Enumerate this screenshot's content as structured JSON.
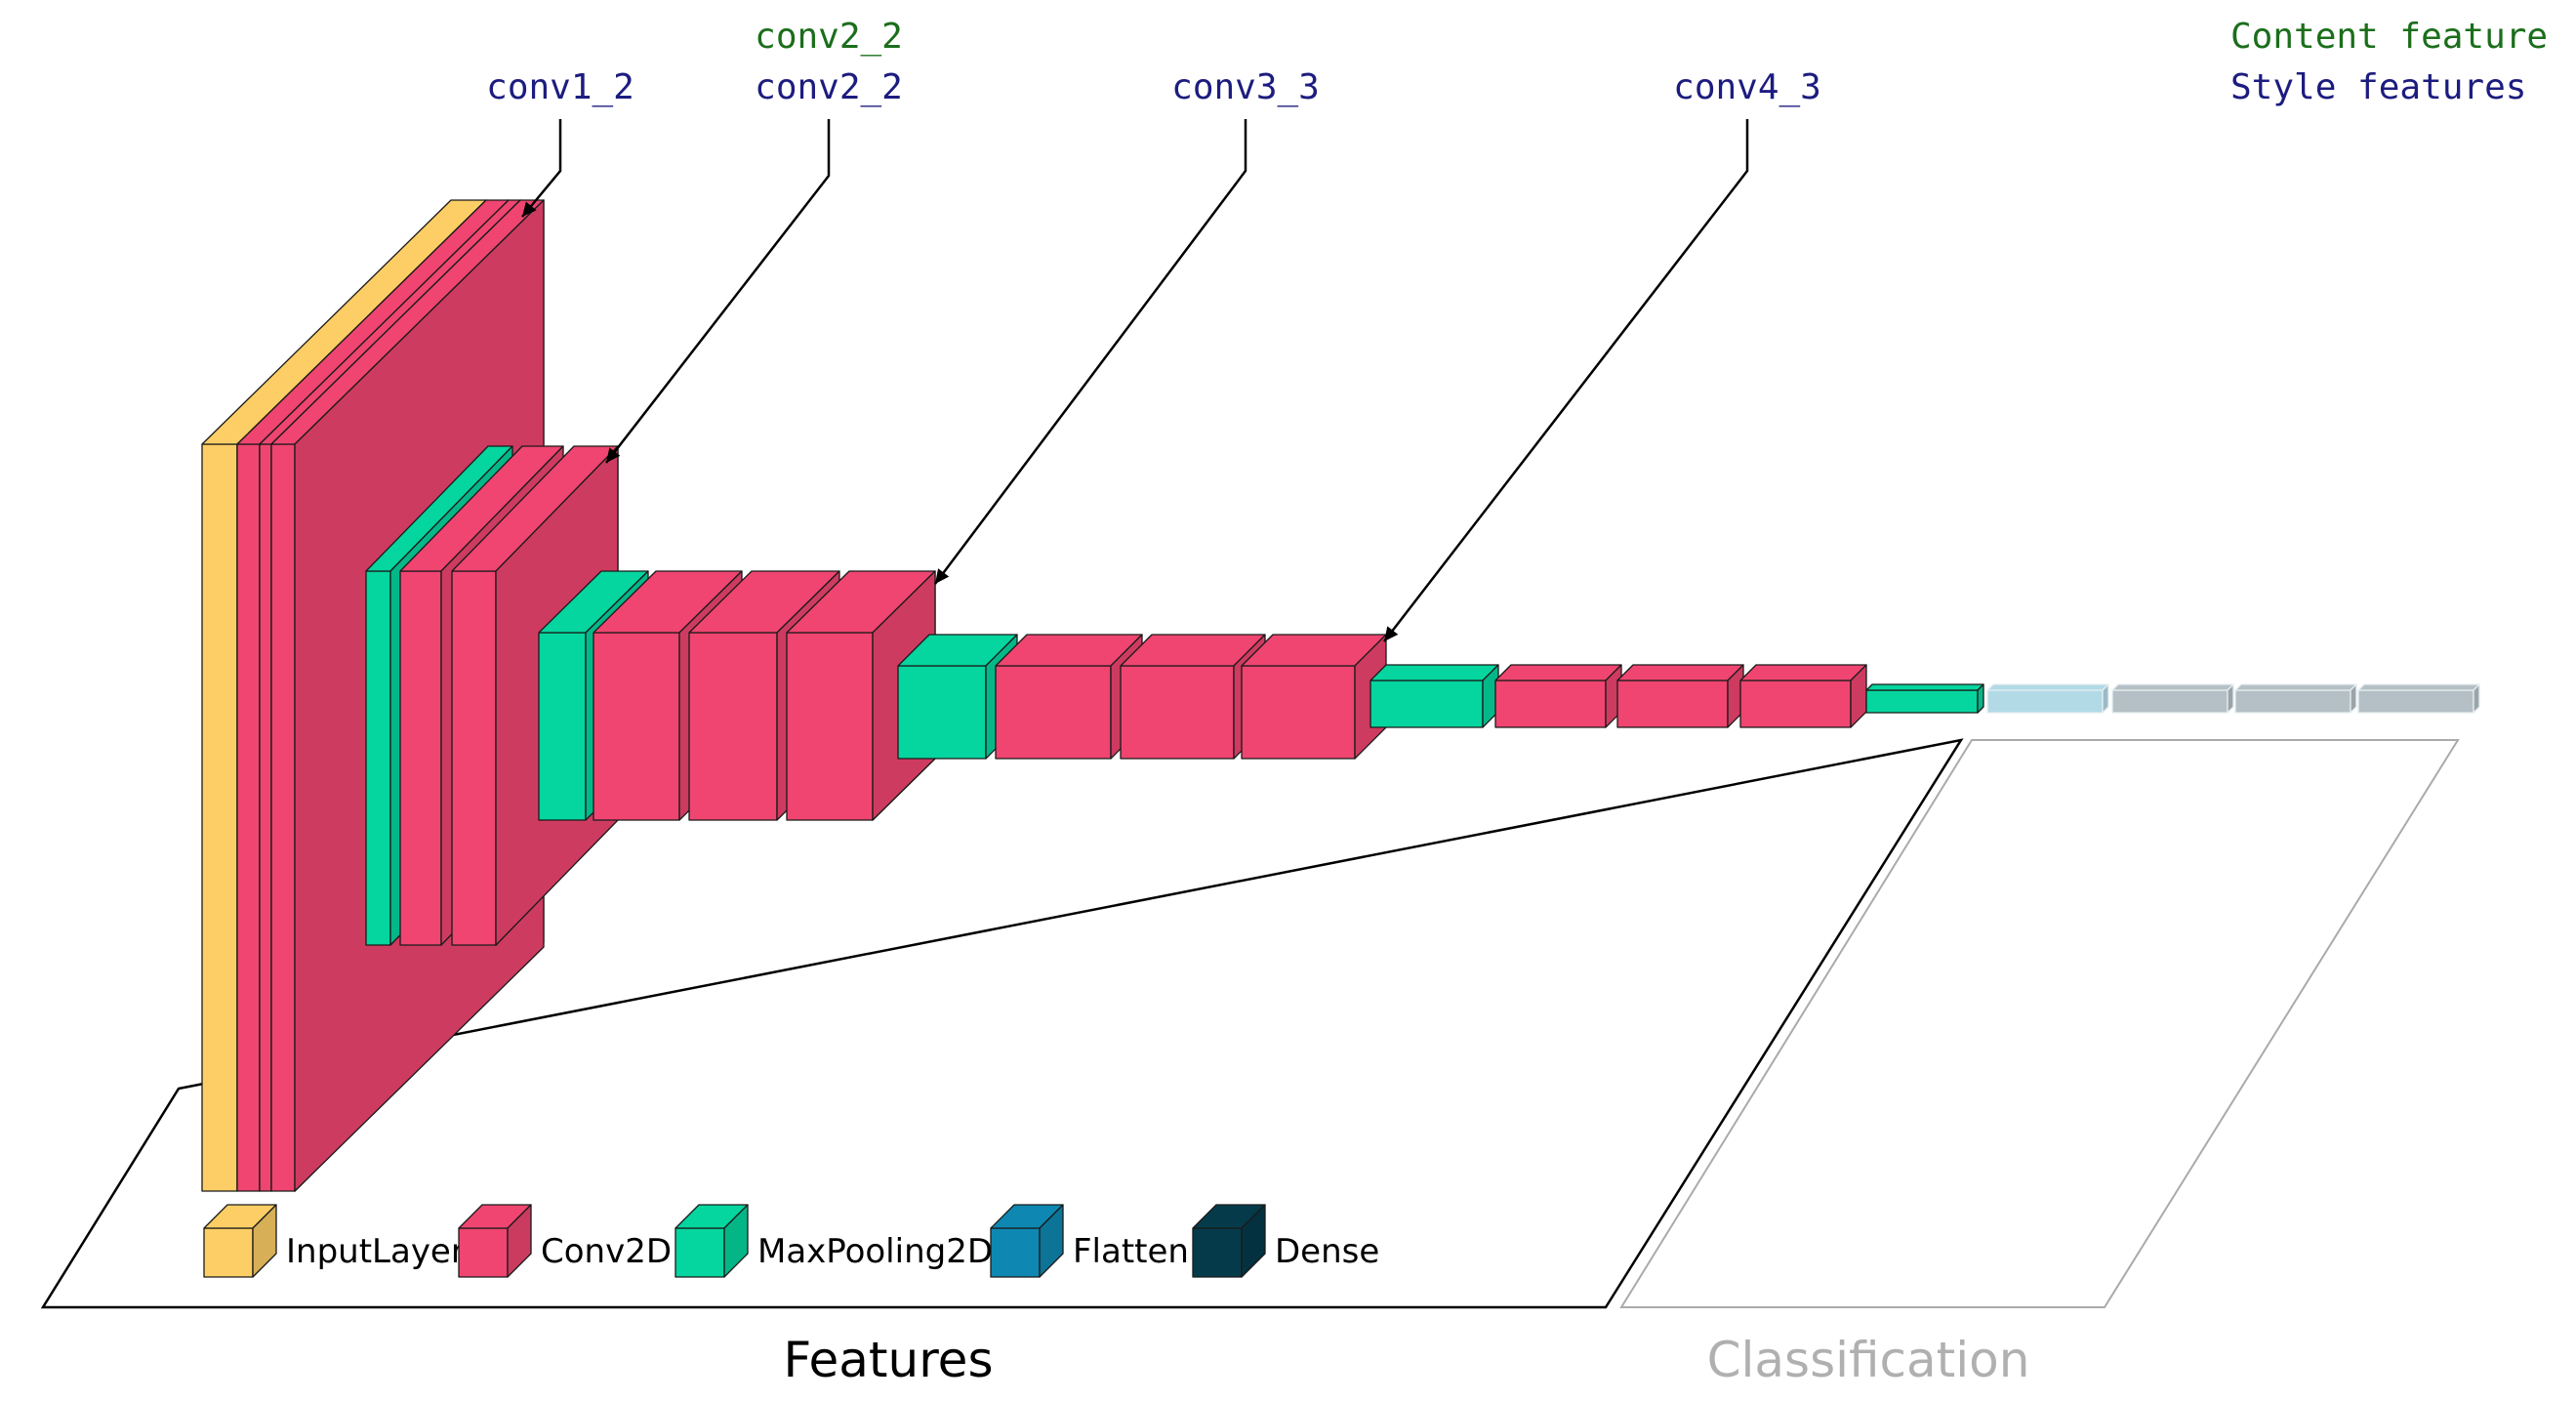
{
  "colors": {
    "input": "#FDCE65",
    "conv": "#EF4570",
    "pool": "#05D59E",
    "flatten": "#0E88B2",
    "dense": "#053A4B",
    "fade_light": "#B2DAE6",
    "fade_gray": "#B4C0C5",
    "content_label": "#1B6E1B",
    "style_label": "#1C1C80"
  },
  "header": {
    "content_label": "Content feature",
    "style_label": "Style features"
  },
  "annotations": {
    "conv1_2": "conv1_2",
    "conv2_2_content": "conv2_2",
    "conv2_2_style": "conv2_2",
    "conv3_3": "conv3_3",
    "conv4_3": "conv4_3"
  },
  "legend": [
    {
      "key": "input",
      "label": "InputLayer",
      "icon": "input-layer-cube-icon"
    },
    {
      "key": "conv",
      "label": "Conv2D",
      "icon": "conv2d-cube-icon"
    },
    {
      "key": "pool",
      "label": "MaxPooling2D",
      "icon": "maxpooling2d-cube-icon"
    },
    {
      "key": "flatten",
      "label": "Flatten",
      "icon": "flatten-cube-icon"
    },
    {
      "key": "dense",
      "label": "Dense",
      "icon": "dense-cube-icon"
    }
  ],
  "sections": {
    "features": "Features",
    "classification": "Classification"
  }
}
